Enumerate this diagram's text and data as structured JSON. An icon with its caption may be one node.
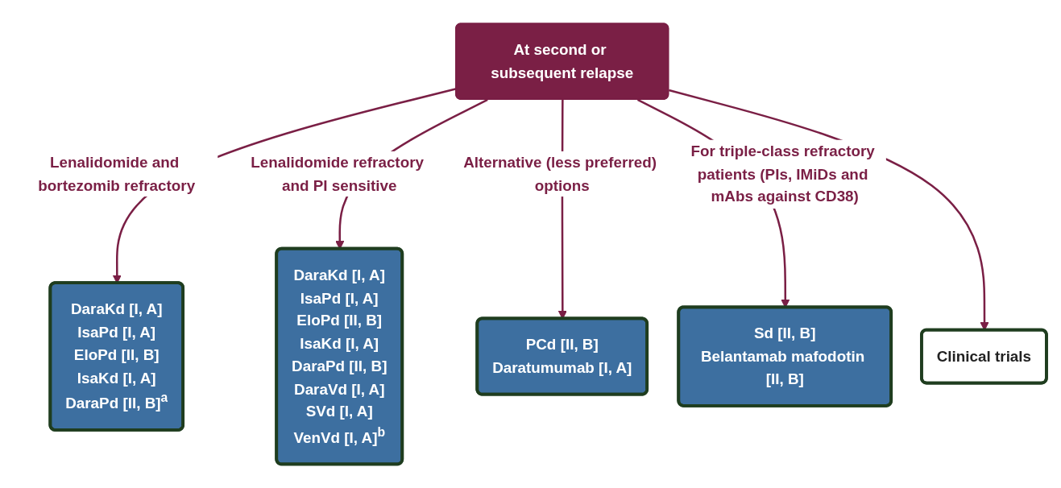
{
  "diagram": {
    "nodes": [
      {
        "text": [
          "At second or subsequent relapse"
        ]
      },
      {
        "text": [
          "DaraKd [I, A]",
          "IsaPd [I, A]",
          "EloPd [II, B]",
          "IsaKd [I, A]",
          "DaraPd [II, B]$^{a}$"
        ]
      },
      {
        "text": [
          "DaraKd [I, A]",
          "IsaPd [I, A]",
          "EloPd [II, B]",
          "IsaKd [I, A]",
          "DaraPd [II, B]",
          "DaraVd [I, A]",
          "SVd [I, A]",
          "VenVd [I, A]$^{b}$"
        ]
      },
      {
        "text": [
          "PCd [II, B]",
          "Daratumumab [I, A]"
        ]
      },
      {
        "text": [
          "Sd [II, B]",
          "Belantamab mafodotin [II, B]"
        ]
      },
      {
        "text": [
          "Clinical trials"
        ]
      }
    ],
    "edges": [
      {
        "from": 0,
        "to": 1,
        "arrow": "to",
        "label": "Lenalidomide and bortezomib refractory"
      },
      {
        "from": 0,
        "to": 2,
        "arrow": "to",
        "label": "Lenalidomide refractory and PI sensitive"
      },
      {
        "from": 0,
        "to": 3,
        "arrow": "to",
        "label": "Alternative (less preferred) options"
      },
      {
        "from": 0,
        "to": 4,
        "arrow": "to",
        "label": "For triple-class refractory patients (PIs, IMiDs and mAbs against CD38)"
      },
      {
        "from": 0,
        "to": 5,
        "arrow": "to"
      }
    ]
  }
}
